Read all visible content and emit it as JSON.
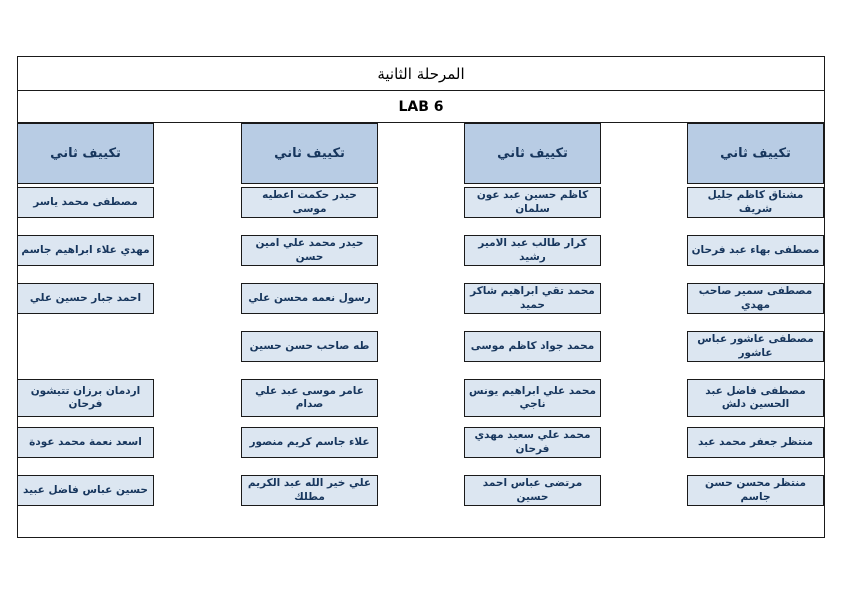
{
  "document": {
    "title": "المرحلة الثانية",
    "subtitle": "LAB 6"
  },
  "colors": {
    "header_fill": "#b8cce4",
    "cell_fill": "#dce6f1",
    "border": "#1a1a1a",
    "text": "#17365d",
    "page_background": "#ffffff"
  },
  "columns": [
    {
      "header": "تكييف ثاني",
      "names": [
        "مشتاق كاظم جليل شريف",
        "مصطفى بهاء عبد فرحان",
        "مصطفى سمير صاحب مهدي",
        "مصطفى عاشور عباس عاشور",
        "مصطفى فاضل عبد الحسين دلش",
        "منتظر جعفر محمد عبد",
        "منتظر محسن حسن جاسم"
      ]
    },
    {
      "header": "تكييف ثاني",
      "names": [
        "كاظم حسين عبد عون سلمان",
        "كرار طالب عبد الامير رشيد",
        "محمد تقي ابراهيم شاكر حميد",
        "محمد جواد كاظم موسى",
        "محمد علي ابراهيم يونس ناجي",
        "محمد علي سعيد مهدي فرحان",
        "مرتضى عباس احمد حسين"
      ]
    },
    {
      "header": "تكييف ثاني",
      "names": [
        "حيدر حكمت اعطيه موسى",
        "حيدر محمد علي امين حسن",
        "رسول نعمه محسن علي",
        "طه صاحب حسن حسين",
        "عامر موسى عبد علي صدام",
        "علاء جاسم كريم منصور",
        "علي خير الله عبد الكريم مطلك"
      ]
    },
    {
      "header": "تكييف ثاني",
      "names": [
        "مصطفى محمد ياسر",
        "مهدي علاء ابراهيم جاسم",
        "احمد جبار حسين علي",
        "",
        "اردمان برزان تتيشون فرحان",
        "اسعد نعمة محمد عودة",
        "حسين عباس فاضل عبيد"
      ]
    }
  ]
}
